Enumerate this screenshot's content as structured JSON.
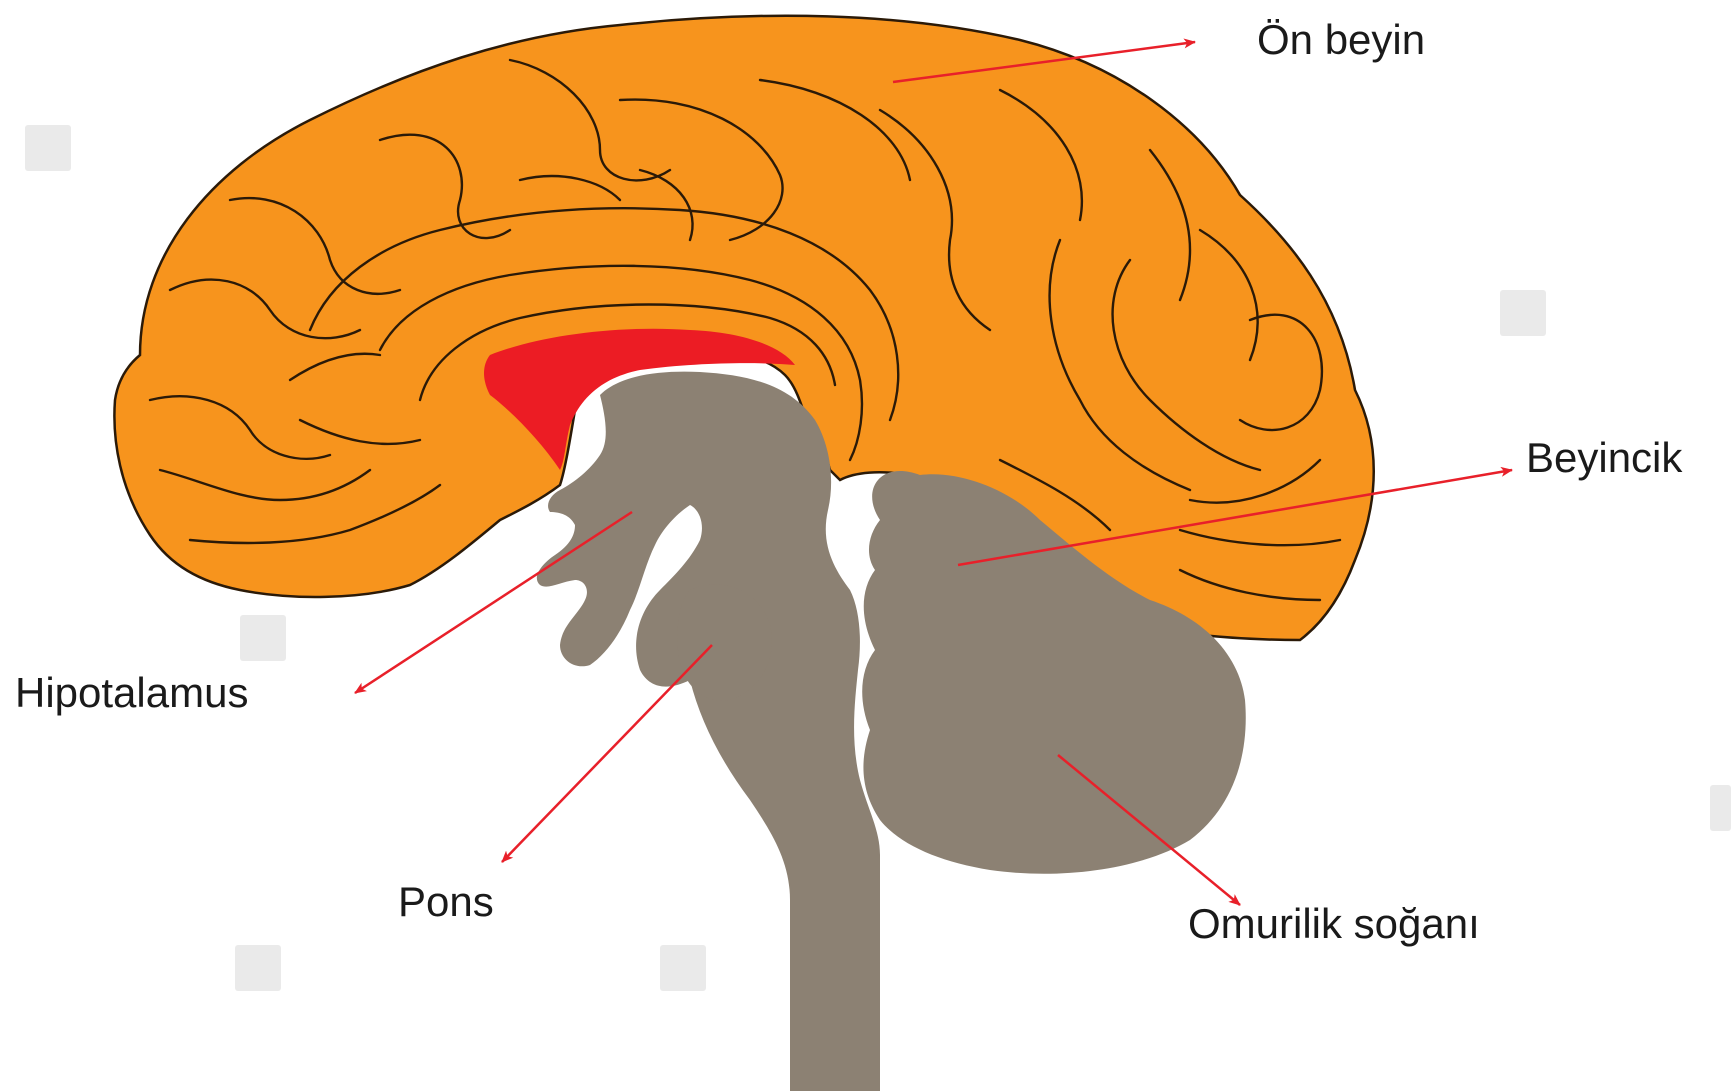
{
  "labels": {
    "forebrain": "Ön beyin",
    "cerebellum": "Beyincik",
    "hypothalamus": "Hipotalamus",
    "pons": "Pons",
    "medulla": "Omurilik soğanı"
  },
  "colors": {
    "cerebrum": "#F7941D",
    "brainstem": "#8C8173",
    "corpus_callosum": "#EC1C24",
    "arrow": "#E8202A",
    "outline": "#2B1A08",
    "background": "#FFFFFF"
  }
}
